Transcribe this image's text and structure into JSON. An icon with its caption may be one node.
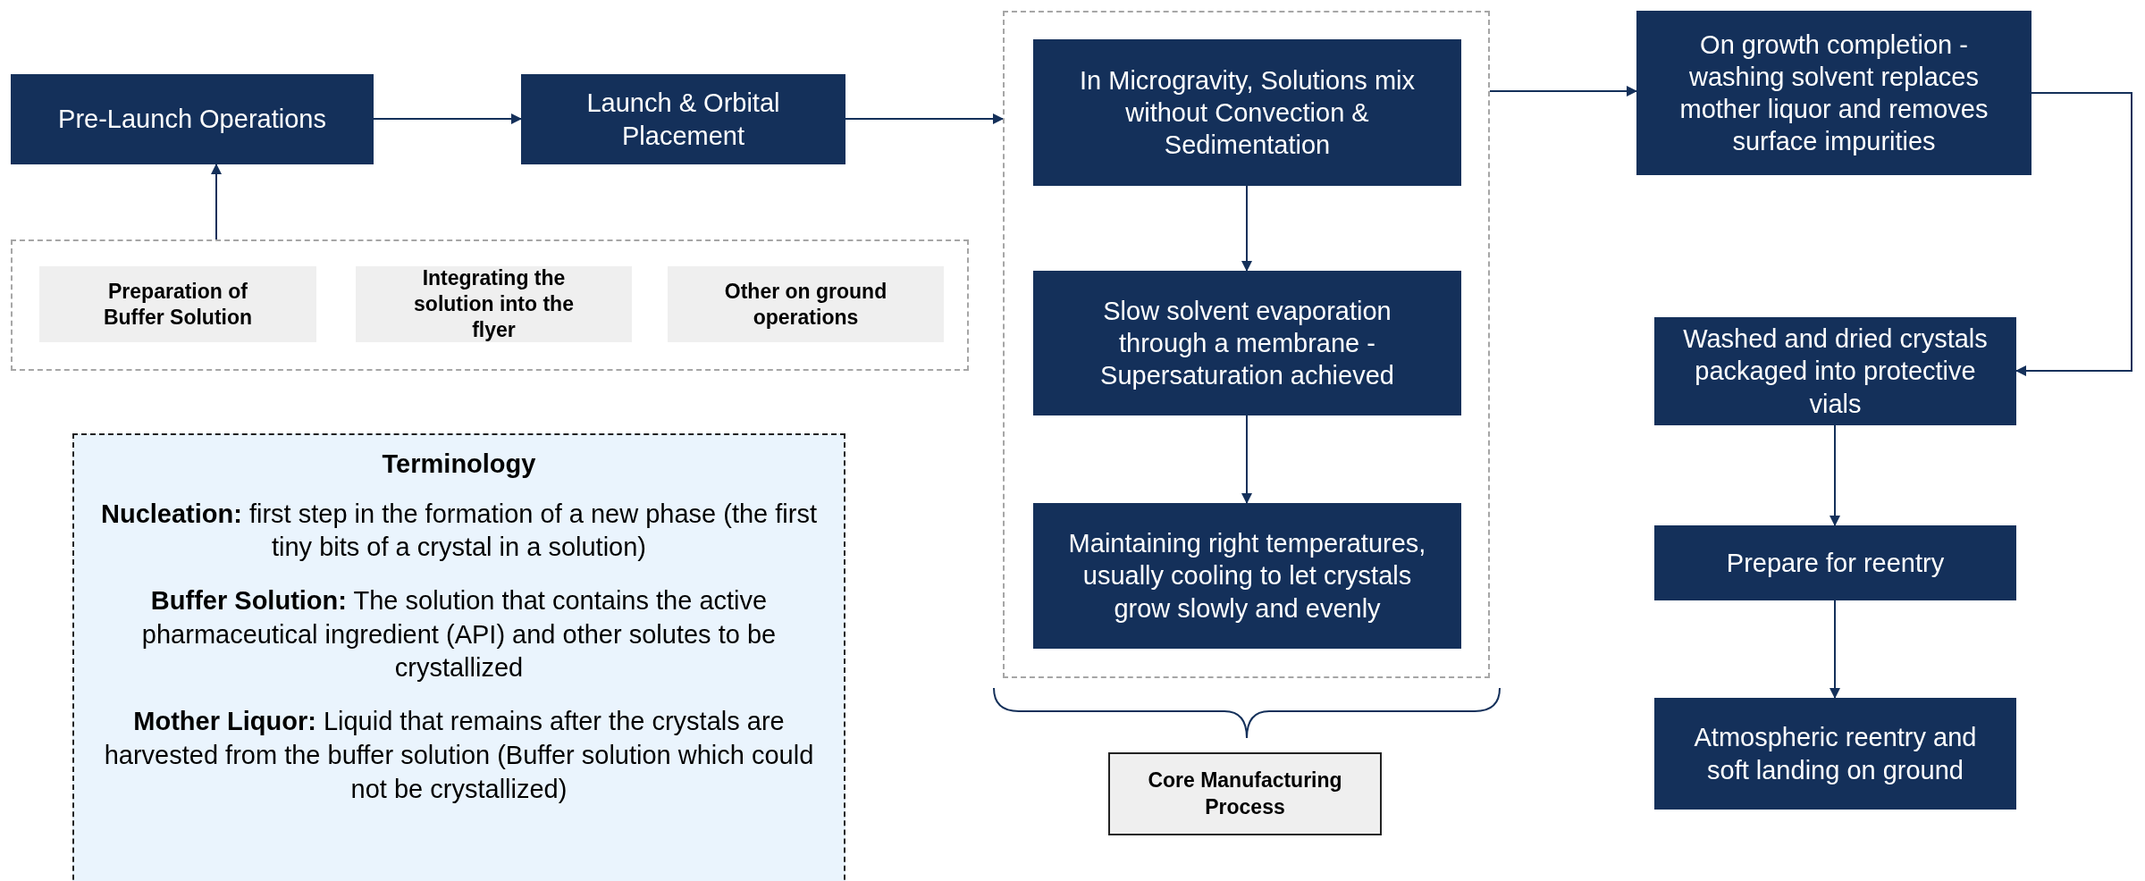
{
  "diagram": {
    "nodes": [
      {
        "text": [
          "Pre-Launch Operations"
        ]
      },
      {
        "text": [
          "Launch & Orbital Placement"
        ]
      },
      {
        "text": [],
        "shape": "box"
      },
      {
        "text": [
          "Preparation of Buffer Solution"
        ],
        "in": 2
      },
      {
        "text": [
          "Integrating the solution into the flyer"
        ],
        "in": 2
      },
      {
        "text": [
          "Other on ground operations"
        ],
        "in": 2
      },
      {
        "text": [
          "Terminology",
          "**Nucleation:** first step in the formation of a new phase (the first tiny bits of a crystal in a solution)",
          "**Buffer Solution:** The solution that contains the active pharmaceutical ingredient (API) and other solutes to be crystallized",
          "**Mother Liquor:** Liquid that remains after the crystals are harvested from the buffer solution (Buffer solution which could not be crystallized)"
        ]
      },
      {
        "text": [],
        "shape": "box"
      },
      {
        "text": [
          "In Microgravity, Solutions mix without Convection & Sedimentation"
        ],
        "in": 7
      },
      {
        "text": [
          "Slow solvent evaporation through a membrane - Supersaturation achieved"
        ],
        "in": 7
      },
      {
        "text": [
          "Maintaining right temperatures, usually cooling to let crystals grow slowly and evenly"
        ],
        "in": 7
      },
      {
        "text": [
          "Core Manufacturing Process"
        ]
      },
      {
        "text": [
          "On growth completion - washing solvent replaces mother liquor and removes surface impurities"
        ]
      },
      {
        "text": [
          "Washed and dried crystals packaged into protective vials"
        ]
      },
      {
        "text": [
          "Prepare for reentry"
        ]
      },
      {
        "text": [
          "Atmospheric reentry and soft landing on ground"
        ]
      }
    ],
    "edges": [
      {
        "from": 0,
        "to": 1,
        "arrow": "to"
      },
      {
        "from": 1,
        "to": 7,
        "arrow": "to"
      },
      {
        "from": 2,
        "to": 0,
        "arrow": "to"
      },
      {
        "from": 8,
        "to": 9,
        "arrow": "to"
      },
      {
        "from": 9,
        "to": 10,
        "arrow": "to"
      },
      {
        "from": 7,
        "to": 12,
        "arrow": "to"
      },
      {
        "from": 12,
        "to": 13,
        "arrow": "to"
      },
      {
        "from": 13,
        "to": 14,
        "arrow": "to"
      },
      {
        "from": 14,
        "to": 15,
        "arrow": "to"
      }
    ]
  }
}
